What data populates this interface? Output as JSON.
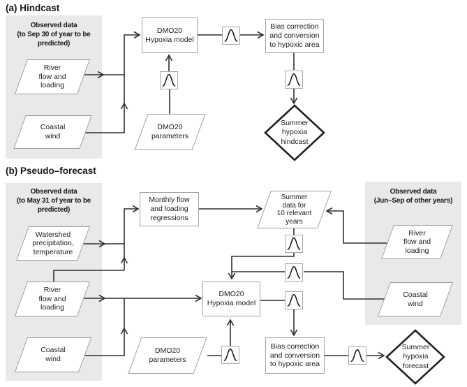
{
  "figure": {
    "type": "flow-diagram",
    "panels": [
      "Hindcast",
      "Pseudo-forecast"
    ]
  },
  "colors": {
    "panel_bg": "#e9e9e9",
    "line": "#2f2f2f",
    "node_border": "#a3a3a3",
    "diamond_border": "#222222",
    "node_fill": "#ffffff"
  },
  "icons": {
    "bell_curve": "gaussian-distribution-curve",
    "bell_curve_count": 8,
    "arrowhead": "open-chevron"
  },
  "panel_a": {
    "title": "(a) Hindcast",
    "observed_panel": {
      "header": "Observed data\n(to Sep 30 of year to be\npredicted)"
    },
    "nodes": {
      "river": "River\nflow and\nloading",
      "coastal": "Coastal\nwind",
      "model": "DMO20\nHypoxia model",
      "params": "DMO20\nparameters",
      "bias": "Bias correction\nand conversion\nto hypoxic area",
      "output": "Summer\nhypoxia\nhindcast"
    }
  },
  "panel_b": {
    "title": "(b) Pseudo–forecast",
    "observed_left": {
      "header": "Observed data\n(to May 31 of year to be\npredicted)"
    },
    "observed_right": {
      "header": "Observed data\n(Jun–Sep of other years)"
    },
    "nodes": {
      "watershed": "Watershed\nprecipitation,\ntemperature",
      "river_left": "River\nflow and\nloading",
      "coastal_left": "Coastal\nwind",
      "monthly": "Monthly flow\nand loading\nregressions",
      "summer_data": "Summer\ndata for\n10 relevant\nyears",
      "river_right": "River\nflow and\nloading",
      "coastal_right": "Coastal\nwind",
      "model": "DMO20\nHypoxia model",
      "params": "DMO20\nparameters",
      "bias": "Bias correction\nand conversion\nto hypoxic area",
      "output": "Summer\nhypoxia\nforecast"
    }
  }
}
